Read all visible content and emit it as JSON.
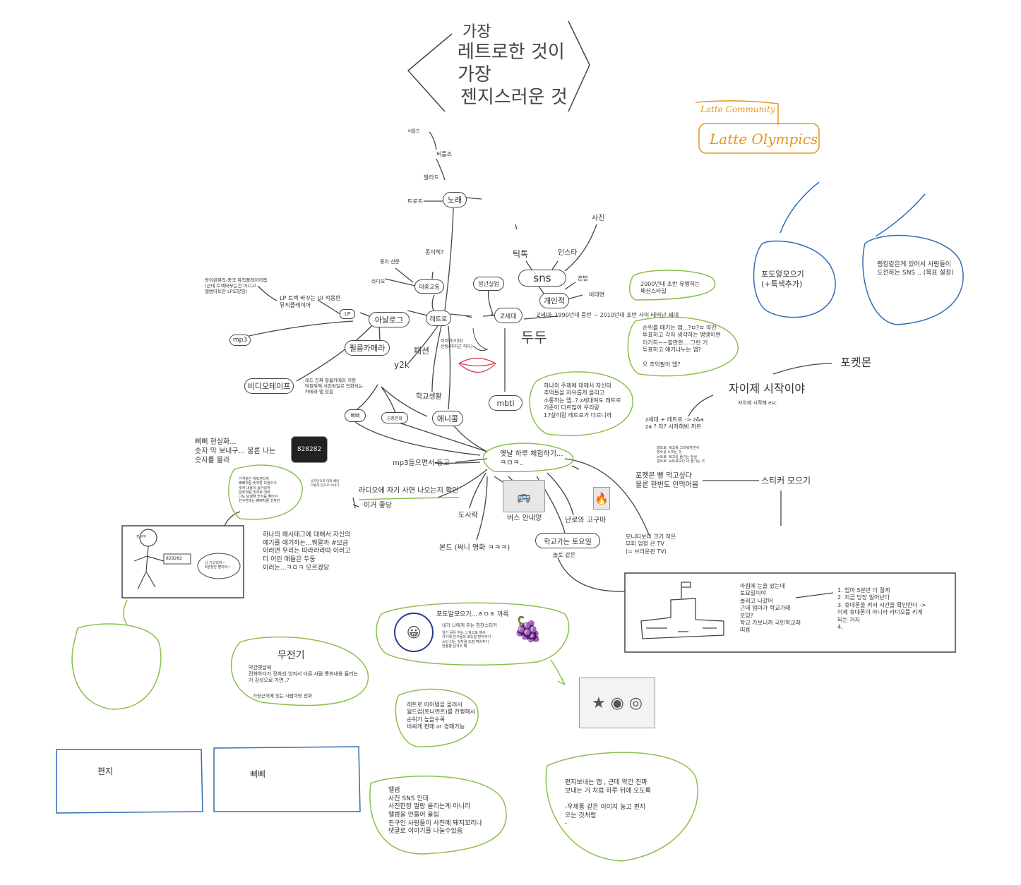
{
  "title": {
    "line1": "가장",
    "line2": "레트로한 것이",
    "line3": "가장",
    "line4": "젠지스러운 것"
  },
  "logo": {
    "community": "Latte Community",
    "olympics": "Latte Olympics"
  },
  "nodes": {
    "song": "노래",
    "beatles": "비틀즈",
    "ballad": "발라드",
    "trot": "트로트",
    "paper_dict": "종이책?",
    "paper_newspaper": "종이 신문",
    "radio": "라디오",
    "public_transport": "대중교통",
    "analog": "아날로그",
    "lp": "LP",
    "mp3": "mp3",
    "film_camera": "필름카메라",
    "videotape": "비디오테이프",
    "retro": "레트로",
    "fashion": "패션",
    "y2k": "y2k",
    "school_life": "학교생활",
    "anicol": "애니콜",
    "pager": "삐삐",
    "public_phone": "공중전화",
    "youth": "청년실업",
    "gen_z": "Z세대",
    "dudu": "두두",
    "sns": "sns",
    "tiktok": "틱톡",
    "insta": "인스타",
    "photo": "사진",
    "personal": "개인적",
    "honbap": "혼밥",
    "face_to_face": "비대면",
    "mbti": "mbti",
    "pokemon": "포켓몬",
    "start_now": "자이제 시작이야",
    "start_now_sub": "자이제 시작해 esc",
    "sticker": "스티커 모으기",
    "old_day": "옛날 하루 체험하기...\nㅋㅁㅋ..",
    "mp3_school": "mp3들으면서 등교",
    "radio_story": "라디오에 자기 사연 나오는지 확인",
    "this_good": "이거 좋당",
    "lunchbox": "도시락",
    "bus": "버스 안내양",
    "stove": "난로와 고구마",
    "bond": "본드 (써니 영화 ㅋㅋㅋ)",
    "saturday": "학교가는 토요일",
    "play_outside": "놀토 같은"
  },
  "notes": {
    "lp_note_small": "왕이완뮤직-중국 뮤직플레이어앱\n(근데 트랙바꾸는건 아니고\n앨범아트만 LP모양임)",
    "lp_note": "LP 트랙 바꾸는 UI 적용한\n뮤직플레이어",
    "film_note": "레드 진짜 필름카메라 처럼\n며칠뒤에 사진파일로 인화되는\n카메라 앱 있음",
    "y2k_note": "미러리(이미)\n선동(미지근 하다)",
    "gen_z_note": "Z세대: 1990년대 중반 ~ 2010년대 초반 사이 태어난 세대",
    "fashion2000": "2000년대 초반 유행하는\n패션스타일",
    "ranking_app": "순위를 매기는 앱...?ㅁ?ㅁ 약간\n투표하고 각자 생각하는 맹맹이면\n이거지~~할만한... 그런 거\n투표하고 얘기나누는 앱?\n\n오 추억팔이 앱?",
    "memory_sns": "하나의 주제에 대해서 자신의\n추억들을 자유롭게 올리고\n소통하는 앱..? z세대여도 레트로\n기준이 다르잖아 우리랑\n17살이랑 레트로가 다르니까",
    "grape_collect": "포도알모으기\n(+특색추가)",
    "ranking_sns": "랭킹같은게 있어서 사람들이\n도전하는 SNS .. (목표 설정)",
    "zgen_retro": "z세대 + 레트로 -> z&a\nza ? 자? 시작해봐 까르",
    "tiny_notes": "레트로: 복고를 그리워하면서\n향수를 느끼는 것\n뉴트로: 복고를 즐기는 현상\n힙트로: 뉴트로보다 더 즐기는 거",
    "pokemon_bread": "포켓몬 빵 먹고싶다\n물론 한번도 안먹어봄",
    "pager_reality": "삐삐 현실화...\n숫자 막 보내구... 물론 나는\n숫자를 몰라",
    "pager_bubble": "가격같은 캐릭캔디처\n삐삐처럼 숫자만 보낼수가\n숫자 내용이 숨어있어\n암호처럼 숫자로 대화\n나도 보낼땐 숫자를 풀어야\n친구한테는 삐삐처럼 숫자만",
    "pager_bubble_side": "숫자만으로 대화 채팅\n이렇게 암호로 보내기",
    "hashtag": "하나의 해시태그에 대해서 자신의\n얘기를 얘기하는...뭐랄까 #브금\n이러면 우리는 따라라라따 이러고\n더 어린 애들은 두둥\n이러는...ㅋㅁㅋ 모르겠당",
    "pager_number": "828282",
    "pager_left": "친구야",
    "pager_right": "나 가고있어~\n5분정만 빨리와~",
    "monitor": "모니터보다 크기 작은\n부피 엄청 큰 TV\n(= 브라운관 TV)",
    "morning_story": "아침에 눈을 떴는데\n토요일이야\n놀러고 나갔어\n근데 엄마가 학교가래\n또잉?\n학교 가보니까 국민학교래\n띠용",
    "morning_list": "1. 엄마 5분만 더 잘게\n2. 지금 당장 일어난다\n3. 휴대폰을 켜서 시간을 확인한다 ->\n    이제 휴대폰이 아니라 라디오를 키게\n    되는 거지\n4.",
    "grape_title": "포도알모으기...ㅎㅁㅎ 까륵",
    "grape_sub": "내가 니에게 주는 칭찬스티커",
    "grape_body": "일기 공유 하는 느낌으로 매서\n거기에 친구들의 포도알 받아주기\n스티 다는 것처럼 도장 찍어주기\n한줄평 남겨두 돼",
    "pager_app_title": "무전기",
    "pager_app_body": "약간옛날에\n전화하다가 전화선 엉켜서 다른 사람 통화내용 들리는\n거 감성으로 가면..?",
    "pager_app_sub": "가장근처에 있는 사람이랑 전화",
    "retro_idol": "레트로 아이템을 올려서\n월드컵(토너먼트)를 진행해서\n순위가 높을수록\n비싸게 판매 or 경매가능",
    "album": "앨범\n사진 SNS 인데\n사진한장 딸랑 올리는게 아니라\n앨범을 만들어 올림\n친구인 사람들이 사진에 돼지꼬리나\n댓글로 이야기를 나눌수있음",
    "letter_app": "편지보내는 앱 , 근데 약간 진짜\n보내는 거 처럼 하루 뒤에 오도록\n\n-우체통 같은 이미지 놓고 편지\n오는 것처럼\n-"
  },
  "boxes": {
    "letter": "편지",
    "pager": "삐삐"
  },
  "colors": {
    "ink": "#444444",
    "green": "#8bbf4e",
    "blue": "#2f6db8",
    "orange": "#e8951e",
    "red": "#d23a4a"
  }
}
